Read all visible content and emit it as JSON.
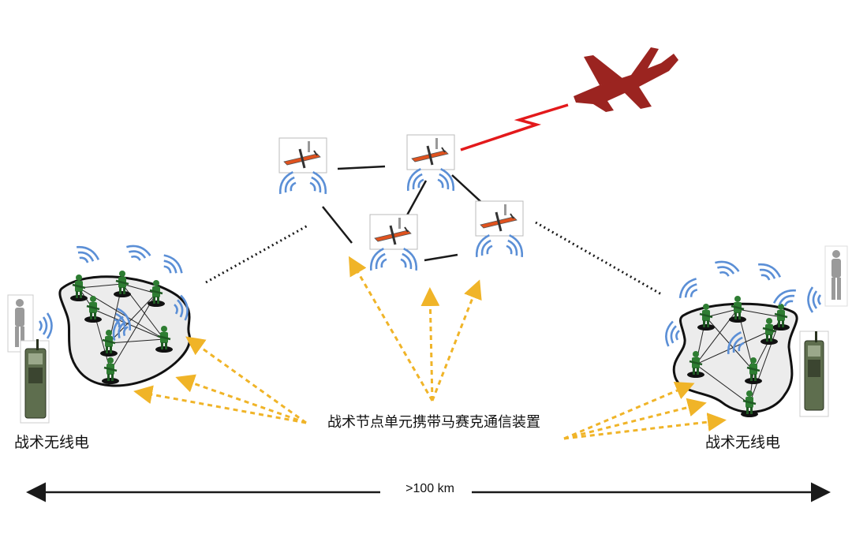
{
  "labels": {
    "left_radio": "战术无线电",
    "right_radio": "战术无线电",
    "center_device": "战术节点单元携带马赛克通信装置",
    "distance": ">100 km"
  },
  "colors": {
    "aircraft": "#9b2420",
    "datalink": "#e3191b",
    "wave": "#5b8fd6",
    "arrow": "#f0b428",
    "link": "#1a1a1a",
    "soldier": "#2e7d32",
    "drone": "#e0521e",
    "cluster_fill": "#ececec"
  },
  "icons": [
    "aircraft-icon",
    "drone-icon",
    "soldier-icon",
    "radio-icon",
    "person-icon",
    "wifi-wave-icon"
  ]
}
